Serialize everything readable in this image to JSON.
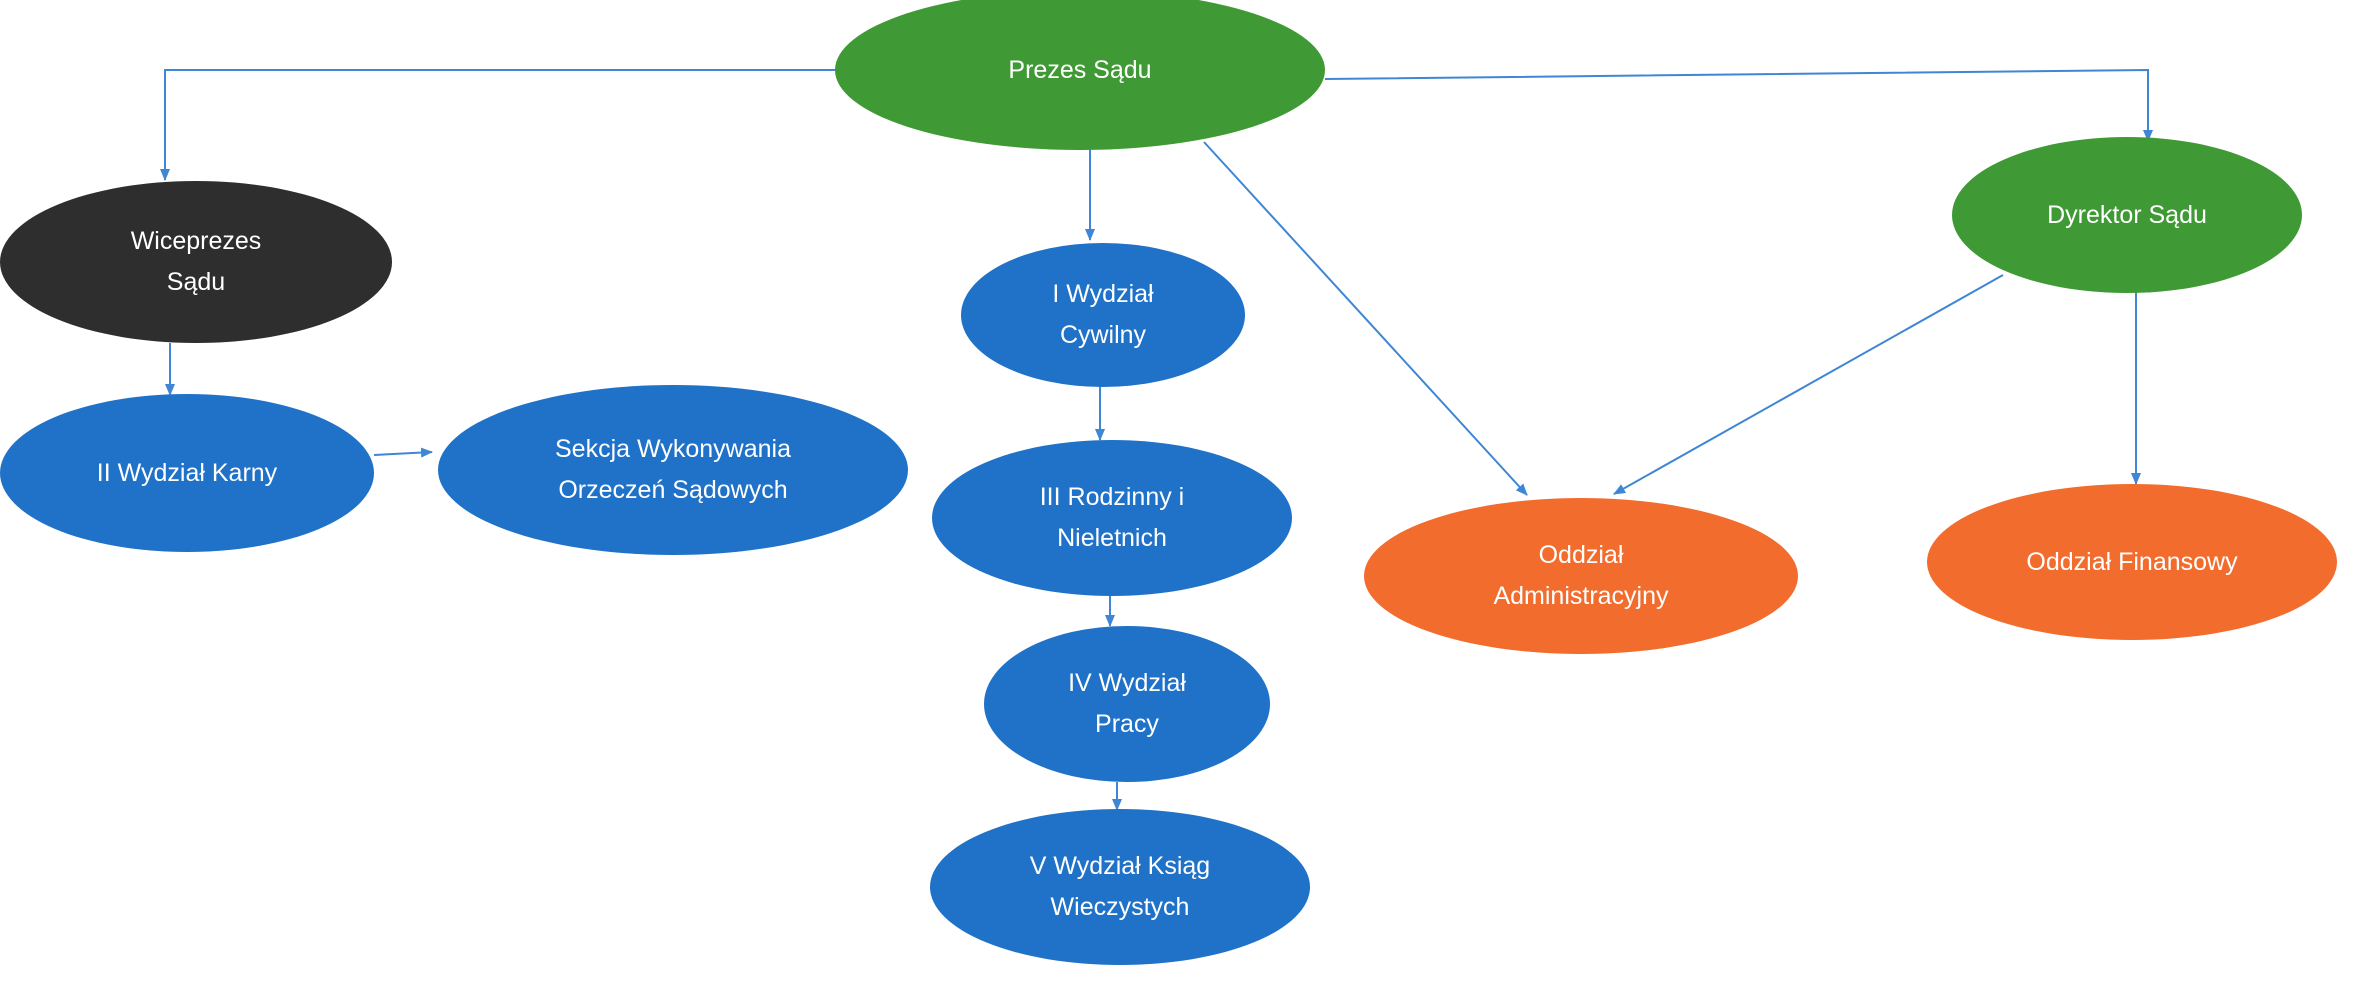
{
  "colors": {
    "background": "#ffffff",
    "green": "#3f9a35",
    "dark": "#2e2e2e",
    "blue": "#1f72c8",
    "orange": "#f26c2e",
    "connector": "#3f86d4",
    "text": "#ffffff"
  },
  "nodes": [
    {
      "id": "prezes-sadu",
      "label": "Prezes Sądu",
      "color": "green"
    },
    {
      "id": "wiceprezes-sadu",
      "label": "Wiceprezes\nSądu",
      "color": "dark"
    },
    {
      "id": "dyrektor-sadu",
      "label": "Dyrektor Sądu",
      "color": "green"
    },
    {
      "id": "wydzial-i",
      "label": "I Wydział\nCywilny",
      "color": "blue"
    },
    {
      "id": "wydzial-ii",
      "label": "II Wydział Karny",
      "color": "blue"
    },
    {
      "id": "sekcja-wykonywania",
      "label": "Sekcja Wykonywania\nOrzeczeń Sądowych",
      "color": "blue"
    },
    {
      "id": "wydzial-iii",
      "label": "III Rodzinny i\nNieletnich",
      "color": "blue"
    },
    {
      "id": "wydzial-iv",
      "label": "IV Wydział\nPracy",
      "color": "blue"
    },
    {
      "id": "wydzial-v",
      "label": "V Wydział Ksiąg\nWieczystych",
      "color": "blue"
    },
    {
      "id": "oddzial-administracyjny",
      "label": "Oddział\nAdministracyjny",
      "color": "orange"
    },
    {
      "id": "oddzial-finansowy",
      "label": "Oddział Finansowy",
      "color": "orange"
    }
  ],
  "edges": [
    {
      "from": "prezes-sadu",
      "to": "wiceprezes-sadu"
    },
    {
      "from": "prezes-sadu",
      "to": "dyrektor-sadu"
    },
    {
      "from": "prezes-sadu",
      "to": "wydzial-i"
    },
    {
      "from": "prezes-sadu",
      "to": "oddzial-administracyjny"
    },
    {
      "from": "wiceprezes-sadu",
      "to": "wydzial-ii"
    },
    {
      "from": "wydzial-ii",
      "to": "sekcja-wykonywania"
    },
    {
      "from": "wydzial-i",
      "to": "wydzial-iii"
    },
    {
      "from": "wydzial-iii",
      "to": "wydzial-iv"
    },
    {
      "from": "wydzial-iv",
      "to": "wydzial-v"
    },
    {
      "from": "dyrektor-sadu",
      "to": "oddzial-administracyjny"
    },
    {
      "from": "dyrektor-sadu",
      "to": "oddzial-finansowy"
    }
  ]
}
